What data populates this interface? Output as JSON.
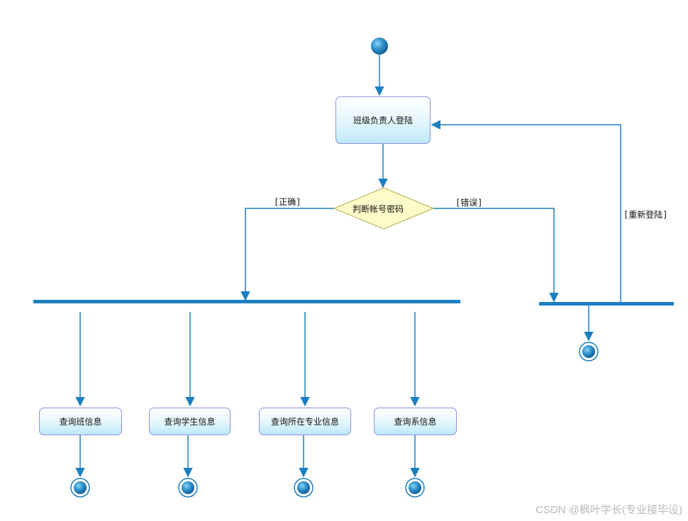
{
  "diagram": {
    "activities": {
      "login": "班级负责人登陆",
      "class_info": "查询班信息",
      "student_info": "查询学生信息",
      "major_info": "查询所在专业信息",
      "dept_info": "查询系信息"
    },
    "decision": "判断帐号密码",
    "guards": {
      "correct": "[正确]",
      "wrong": "[错误]",
      "relogin": "[重新登陆]"
    }
  },
  "colors": {
    "line": "#1a7fbf",
    "bar": "#1d80bf",
    "node_border": "#8f8fe0",
    "decision_fill": "#fdfbc9",
    "decision_border": "#b2aa4a"
  },
  "watermark": "CSDN @枫叶学长(专业接毕设)"
}
